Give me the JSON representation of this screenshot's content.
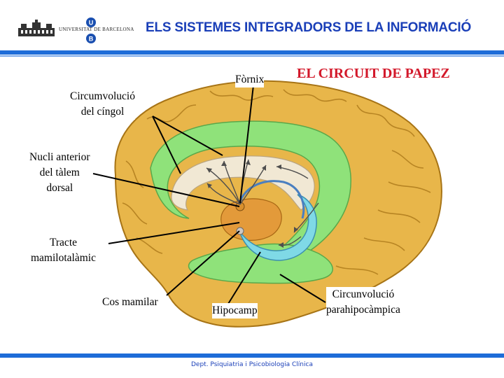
{
  "header": {
    "university": "UNIVERSITAT DE BARCELONA",
    "title": "ELS SISTEMES INTEGRADORS DE LA INFORMACIÓ"
  },
  "diagram": {
    "heading": "EL CIRCUIT DE PAPEZ",
    "labels": {
      "fornix": "Fòrnix",
      "cingol_1": "Circumvolució",
      "cingol_2": "del cíngol",
      "nucli_1": "Nucli anterior",
      "nucli_2": "del tàlem",
      "nucli_3": "dorsal",
      "tracte_1": "Tracte",
      "tracte_2": "mamilotalàmic",
      "cos": "Cos mamilar",
      "hipocamp": "Hipocamp",
      "parahipo_1": "Circunvolució",
      "parahipo_2": "parahipocàmpica"
    },
    "colors": {
      "cortex": "#e8b64a",
      "cingulate": "#8fe27a",
      "hippocampus": "#7fd9e6",
      "corpus_callosum": "#f1e8d4",
      "thalamus": "#e39a3a"
    }
  },
  "footer": {
    "text": "Dept. Psiquiatria i Psicobiologia Clínica"
  }
}
